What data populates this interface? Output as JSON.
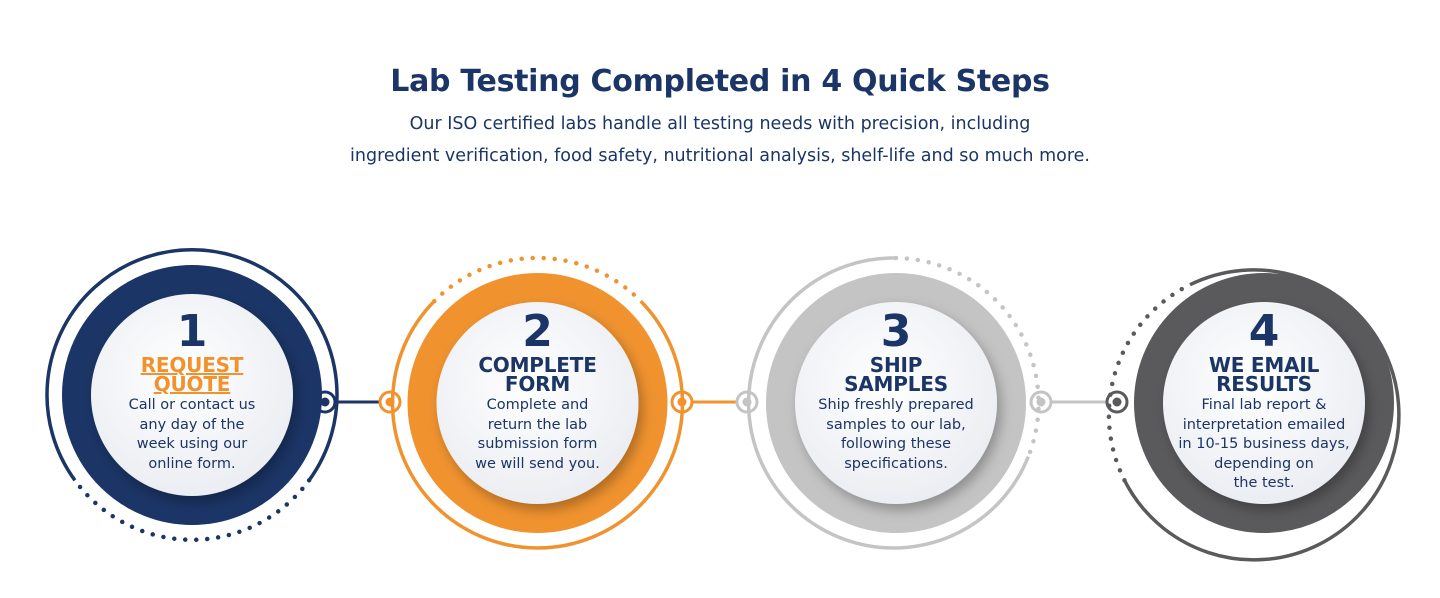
{
  "header": {
    "title": "Lab Testing Completed in 4 Quick Steps",
    "subtitle_line1": "Our ISO certified labs handle all testing needs with precision, including",
    "subtitle_line2": "ingredient verification, food safety, nutritional analysis, shelf-life and so much more."
  },
  "colors": {
    "navy": "#1b3566",
    "orange": "#f0932f",
    "light_gray": "#c4c4c4",
    "dark_gray": "#5a5a5c",
    "inner_fill": "#f3f5f8"
  },
  "steps": [
    {
      "number": "1",
      "title_lines": [
        "REQUEST",
        "QUOTE"
      ],
      "desc_lines": [
        "Call or contact us",
        "any day of the",
        "week using our",
        "online form."
      ]
    },
    {
      "number": "2",
      "title_lines": [
        "COMPLETE",
        "FORM"
      ],
      "desc_lines": [
        "Complete and",
        "return the lab",
        "submission form",
        "we will send you."
      ]
    },
    {
      "number": "3",
      "title_lines": [
        "SHIP",
        "SAMPLES"
      ],
      "desc_lines": [
        "Ship freshly prepared",
        "samples to our lab,",
        "following these",
        "specifications."
      ]
    },
    {
      "number": "4",
      "title_lines": [
        "WE EMAIL",
        "RESULTS"
      ],
      "desc_lines": [
        "Final lab report &",
        "interpretation emailed",
        "in 10-15 business days,",
        "depending on",
        "the test."
      ]
    }
  ]
}
